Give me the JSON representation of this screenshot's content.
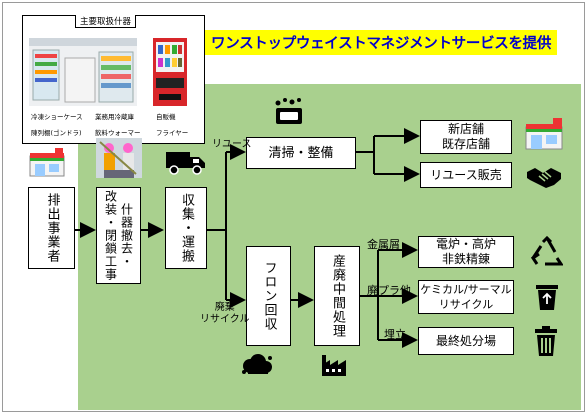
{
  "title": "ワンストップウェイストマネジメントサービスを提供",
  "equipment_panel": {
    "title": "主要取扱什器",
    "labels": [
      "冷凍ショーケース",
      "業務用冷蔵庫",
      "自販機",
      "陳列棚(ゴンドラ)",
      "飲料ウォーマー",
      "フライヤー"
    ]
  },
  "nodes": {
    "discharger": "排出事業者",
    "demolition": "什器撤去・\n改装・閉鎖工事",
    "collection": "収集・運搬",
    "cleaning": "清掃・整備",
    "new_store": "新店舗\n既存店舗",
    "reuse_sale": "リユース販売",
    "freon": "フロン回収",
    "intermediate": "産廃中間処理",
    "smelting": "電炉・高炉\n非鉄精錬",
    "recycling": "ケミカル/サーマル\nリサイクル",
    "landfill": "最終処分場"
  },
  "edge_labels": {
    "reuse": "リユース",
    "waste_recycle": "廃棄\nリサイクル",
    "metal": "金属屑",
    "plastic": "廃プラ他",
    "landfill": "埋立"
  },
  "icons": [
    "convenience-store-icon",
    "workers-icon",
    "truck-icon",
    "cleaning-icon",
    "handshake-icon",
    "recycle-icon",
    "recycle-bin-icon",
    "trash-can-icon",
    "cloud-icon",
    "factory-icon"
  ],
  "colors": {
    "background_panel": "#a9d08e",
    "banner": "#ffff00",
    "banner_text": "#0000cc"
  }
}
